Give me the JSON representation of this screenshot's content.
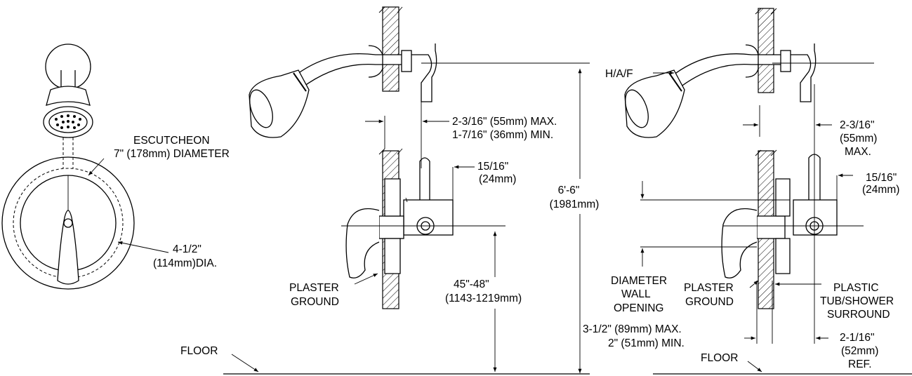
{
  "labels": {
    "escutcheon_l1": "ESCUTCHEON",
    "escutcheon_l2": "7\" (178mm) DIAMETER",
    "dia_l1": "4-1/2\"",
    "dia_l2": "(114mm)DIA.",
    "floor_left": "FLOOR",
    "arm_offset_l1": "2-3/16\" (55mm) MAX.",
    "arm_offset_l2": "1-7/16\" (36mm) MIN.",
    "valve_depth_left_l1": "15/16\"",
    "valve_depth_left_l2": "(24mm)",
    "height_total_l1": "6'-6\"",
    "height_total_l2": "(1981mm)",
    "plaster_left_l1": "PLASTER",
    "plaster_left_l2": "GROUND",
    "height_valve_l1": "45\"-48\"",
    "height_valve_l2": "(1143-1219mm)",
    "haf": "H/A/F",
    "wall_opening_l1": "DIAMETER",
    "wall_opening_l2": "WALL",
    "wall_opening_l3": "OPENING",
    "plaster_right_l1": "PLASTER",
    "plaster_right_l2": "GROUND",
    "opening_dim_l1": "3-1/2\" (89mm) MAX.",
    "opening_dim_l2": "2\" (51mm) MIN.",
    "floor_right": "FLOOR",
    "arm_offset_right_l1": "2-3/16\"",
    "arm_offset_right_l2": "(55mm)",
    "arm_offset_right_l3": "MAX.",
    "valve_depth_right_l1": "15/16\"",
    "valve_depth_right_l2": "(24mm)",
    "surround_l1": "PLASTIC",
    "surround_l2": "TUB/SHOWER",
    "surround_l3": "SURROUND",
    "ref_l1": "2-1/16\"",
    "ref_l2": "(52mm)",
    "ref_l3": "REF."
  }
}
